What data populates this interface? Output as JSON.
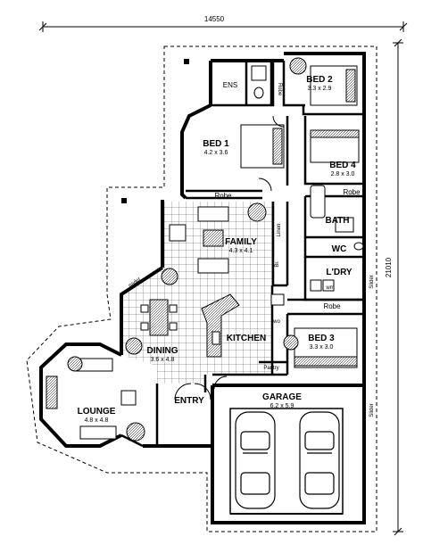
{
  "dimensions": {
    "overall_width": "14550",
    "overall_depth": "21010"
  },
  "rooms": {
    "ens": {
      "name": "ENS"
    },
    "robe_bed2": {
      "name": "Robe"
    },
    "bed2": {
      "name": "BED 2",
      "size": "3.3 x 2.9"
    },
    "bed1": {
      "name": "BED 1",
      "size": "4.2 x 3.6"
    },
    "bed4": {
      "name": "BED 4",
      "size": "2.8 x 3.0"
    },
    "robe_bed1": {
      "name": "Robe"
    },
    "robe_bed4": {
      "name": "Robe"
    },
    "family": {
      "name": "FAMILY",
      "size": "4.3 x 4.1"
    },
    "linen": {
      "name": "Linen"
    },
    "br": {
      "name": "Br."
    },
    "bath": {
      "name": "BATH"
    },
    "wc": {
      "name": "WC"
    },
    "ldry": {
      "name": "L'DRY"
    },
    "wm": {
      "name": "wm"
    },
    "slider_ldry": {
      "name": "Slider"
    },
    "slider_dining": {
      "name": "Slider"
    },
    "dining": {
      "name": "DINING",
      "size": "3.6 x 4.8"
    },
    "kitchen": {
      "name": "KITCHEN"
    },
    "wo": {
      "name": "wo"
    },
    "pantry": {
      "name": "Pantry"
    },
    "robe_bed3": {
      "name": "Robe"
    },
    "bed3": {
      "name": "BED 3",
      "size": "3.3 x 3.0"
    },
    "lounge": {
      "name": "LOUNGE",
      "size": "4.8 x 4.8"
    },
    "entry": {
      "name": "ENTRY"
    },
    "garage": {
      "name": "GARAGE",
      "size": "6.2 x 5.9"
    },
    "slider_garage": {
      "name": "Slider"
    }
  },
  "colors": {
    "line": "#000000",
    "background": "#ffffff",
    "shade": "#d8d8d8"
  }
}
